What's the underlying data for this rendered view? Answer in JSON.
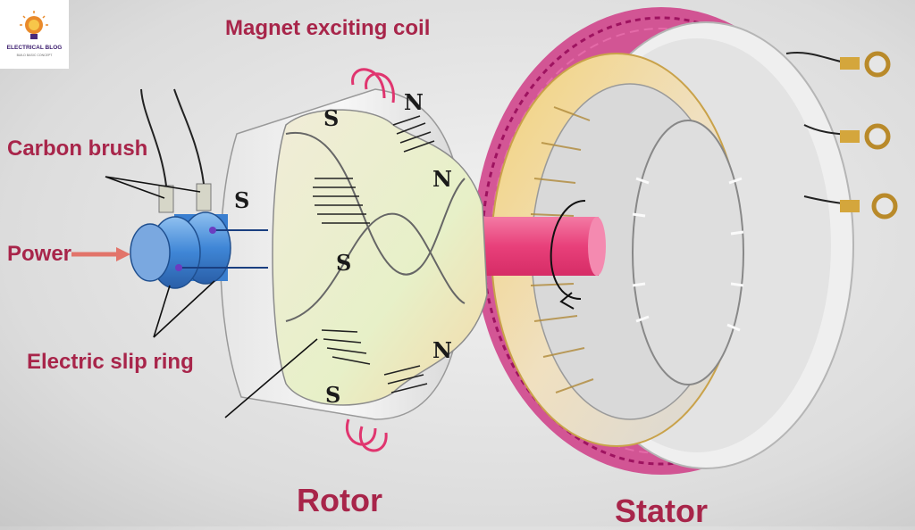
{
  "labels": {
    "magnet_exciting_coil": "Magnet exciting coil",
    "carbon_brush": "Carbon brush",
    "power": "Power",
    "electric_slip_ring": "Electric slip ring",
    "rotor": "Rotor",
    "stator": "Stator"
  },
  "poles": {
    "top_s": "S",
    "top_n": "N",
    "left_s": "S",
    "right_n": "N",
    "center_s": "S",
    "lower_n": "N",
    "bottom_s": "S"
  },
  "logo": {
    "brand": "ELECTRICAL BLOG",
    "tagline": "BUILD BASIC CONCEPT"
  },
  "colors": {
    "label": "#a8254a",
    "winding": "#c2166f",
    "slip_ring": "#3a7fd0",
    "shaft": "#e8407a"
  }
}
